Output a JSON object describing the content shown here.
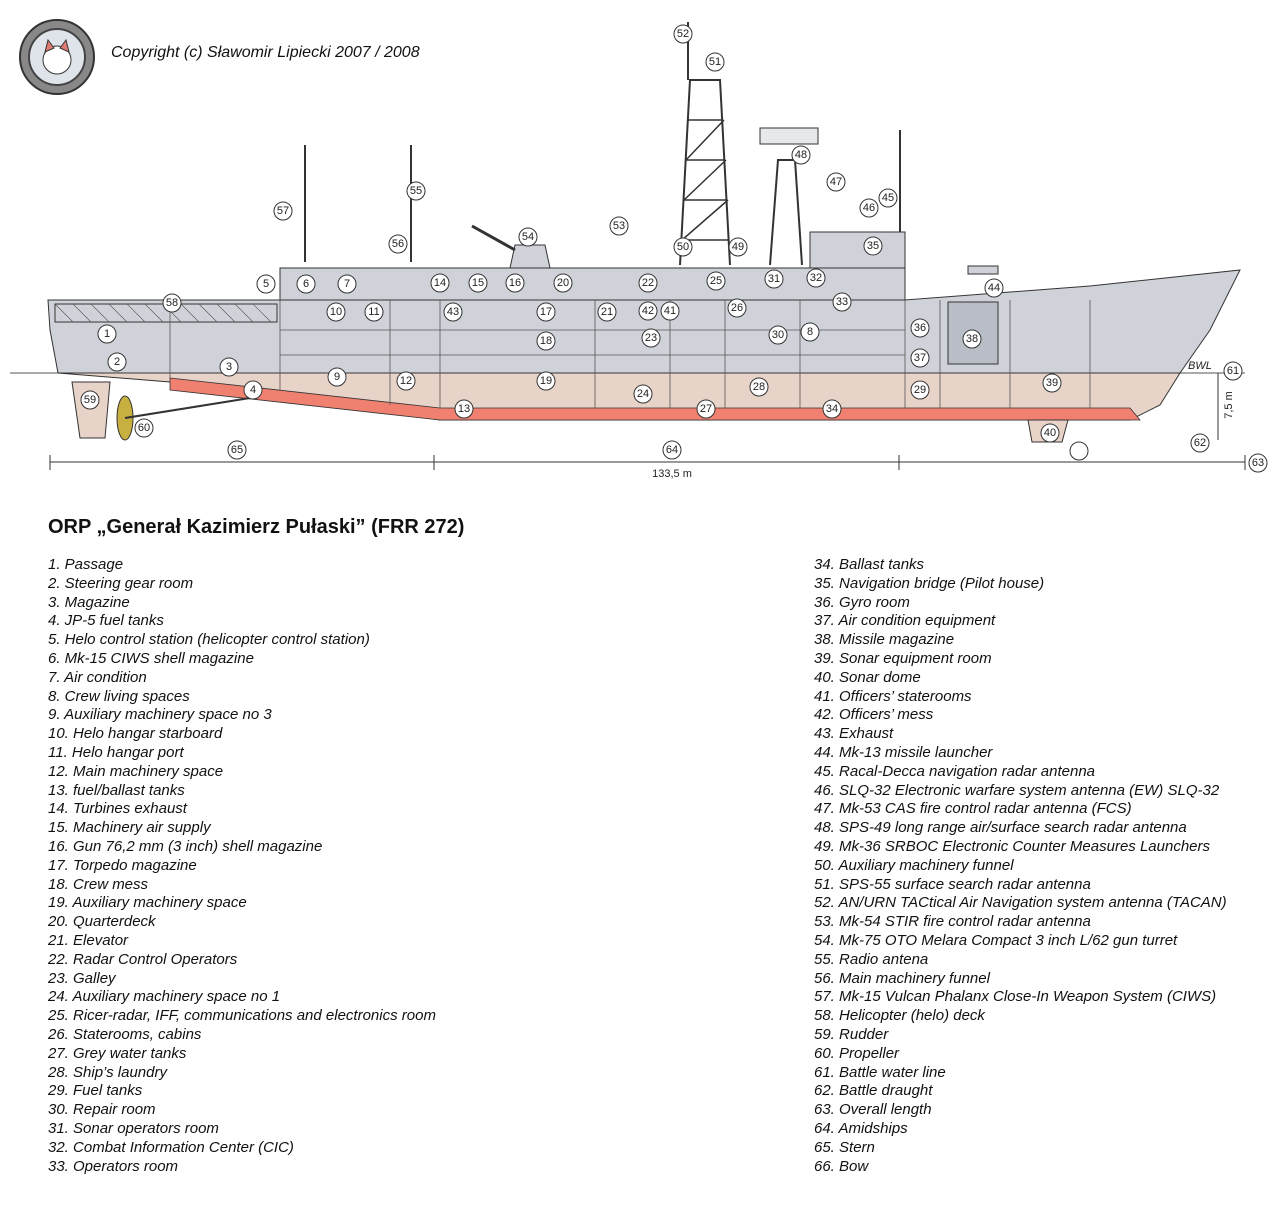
{
  "copyright": "Copyright (c) Sławomir Lipiecki 2007 / 2008",
  "title": "ORP „Generał Kazimierz Pułaski” (FRR 272)",
  "drawing": {
    "length_label": "133,5 m",
    "draught_label": "7,5 m",
    "waterline_label": "BWL",
    "colors": {
      "hull_upper": "#cfd3d9",
      "hull_lower": "#e8d3c8",
      "tanks": "#f08070",
      "line": "#333333"
    }
  },
  "legend": [
    "1. Passage",
    "2. Steering gear room",
    "3. Magazine",
    "4. JP-5 fuel tanks",
    "5. Helo control station (helicopter control station)",
    "6. Mk-15 CIWS shell magazine",
    "7. Air condition",
    "8. Crew living spaces",
    "9. Auxiliary machinery space no 3",
    "10. Helo hangar starboard",
    "11. Helo hangar port",
    "12. Main machinery space",
    "13. fuel/ballast tanks",
    "14. Turbines exhaust",
    "15. Machinery air supply",
    "16. Gun 76,2 mm (3 inch) shell magazine",
    "17. Torpedo magazine",
    "18. Crew mess",
    "19. Auxiliary machinery space",
    "20. Quarterdeck",
    "21. Elevator",
    "22. Radar Control Operators",
    "23. Galley",
    "24. Auxiliary machinery space no 1",
    "25. Ricer-radar, IFF, communications and electronics room",
    "26. Staterooms, cabins",
    "27. Grey water tanks",
    "28. Ship’s laundry",
    "29. Fuel tanks",
    "30. Repair room",
    "31. Sonar operators room",
    "32. Combat Information Center (CIC)",
    "33. Operators room",
    "34. Ballast tanks",
    "35. Navigation bridge (Pilot house)",
    "36. Gyro room",
    "37. Air condition equipment",
    "38. Missile magazine",
    "39. Sonar equipment room",
    "40. Sonar dome",
    "41. Officers’ staterooms",
    "42. Officers’ mess",
    "43. Exhaust",
    "44. Mk-13 missile launcher",
    "45. Racal-Decca navigation radar antenna",
    "46. SLQ-32 Electronic warfare system antenna (EW) SLQ-32",
    "47. Mk-53 CAS fire control radar antenna (FCS)",
    "48. SPS-49 long range air/surface search radar antenna",
    "49. Mk-36 SRBOC Electronic Counter Measures Launchers",
    "50. Auxiliary machinery funnel",
    "51. SPS-55 surface search radar antenna",
    "52. AN/URN TACtical Air Navigation system antenna (TACAN)",
    "53. Mk-54 STIR fire control radar antenna",
    "54. Mk-75 OTO Melara Compact 3 inch L/62 gun turret",
    "55. Radio antena",
    "56. Main machinery funnel",
    "57. Mk-15 Vulcan Phalanx Close-In Weapon System (CIWS)",
    "58. Helicopter (helo) deck",
    "59. Rudder",
    "60. Propeller",
    "61. Battle water line",
    "62. Battle draught",
    "63. Overall length",
    "64. Amidships",
    "65. Stern",
    "66. Bow"
  ],
  "callouts": [
    "1",
    "2",
    "3",
    "4",
    "5",
    "6",
    "7",
    "8",
    "9",
    "10",
    "11",
    "12",
    "13",
    "14",
    "15",
    "16",
    "17",
    "18",
    "19",
    "20",
    "21",
    "22",
    "23",
    "24",
    "25",
    "26",
    "27",
    "28",
    "29",
    "30",
    "31",
    "32",
    "33",
    "34",
    "35",
    "36",
    "37",
    "38",
    "39",
    "40",
    "41",
    "42",
    "43",
    "44",
    "45",
    "46",
    "47",
    "48",
    "49",
    "50",
    "51",
    "52",
    "53",
    "54",
    "55",
    "56",
    "57",
    "58",
    "59",
    "60",
    "61",
    "62",
    "63",
    "64",
    "65"
  ]
}
